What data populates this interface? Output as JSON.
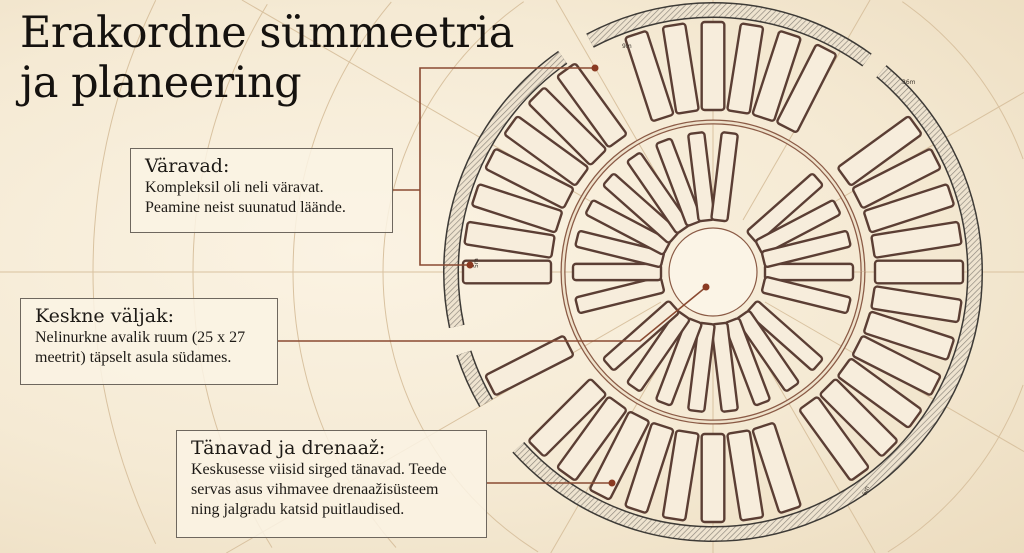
{
  "title": {
    "line1": "Erakordne sümmeetria",
    "line2": "ja planeering"
  },
  "callouts": [
    {
      "heading": "Väravad:",
      "lines": [
        "Kompleksil oli neli väravat.",
        "Peamine neist suunatud läände."
      ]
    },
    {
      "heading": "Keskne väljak:",
      "lines": [
        "Nelinurkne avalik ruum (25 x 27",
        "meetrit) täpselt asula südames."
      ]
    },
    {
      "heading": "Tänavad ja drenaaž:",
      "lines": [
        "Keskusesse viisid sirged tänavad. Teede",
        "servas asus vihmavee drenaažisüsteem",
        "ning jalgradu katsid puitlaudised."
      ]
    }
  ],
  "dimensions": {
    "north_gate": "9m",
    "east_gate": "36m",
    "west_gate": "5m",
    "south_gate": "6m"
  },
  "colors": {
    "parchment": "#f5ead4",
    "ink": "#4a3a30",
    "leader": "#8a4a32",
    "wall_hatch": "#7a746a"
  }
}
